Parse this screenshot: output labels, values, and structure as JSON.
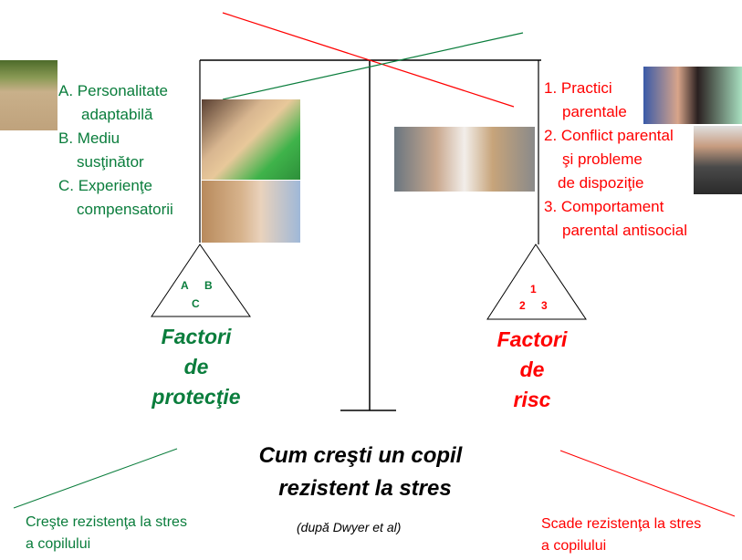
{
  "protective": {
    "items": [
      "A. Personalitate",
      "adaptabilă",
      "B. Mediu",
      "susţinător",
      "C. Experienţe",
      "compensatorii"
    ],
    "triangle_letters": [
      "A",
      "B",
      "C"
    ],
    "title": [
      "Factori",
      "de",
      "protecţie"
    ],
    "effect": [
      "Creşte rezistenţa la stres",
      "a copilului"
    ],
    "color": "#0a7d3c"
  },
  "risk": {
    "items": [
      "1. Practici",
      "parentale",
      "2. Conflict parental",
      "şi probleme",
      "de dispoziţie",
      "3. Comportament",
      "parental antisocial"
    ],
    "triangle_numbers": [
      "1",
      "2",
      "3"
    ],
    "title": [
      "Factori",
      "de",
      "risc"
    ],
    "effect": [
      "Scade rezistenţa la stres",
      "a copilului"
    ],
    "color": "#ff0000"
  },
  "center": {
    "title": [
      "Cum creşti un copil",
      "rezistent la stres"
    ],
    "source": "(după Dwyer et al)"
  }
}
